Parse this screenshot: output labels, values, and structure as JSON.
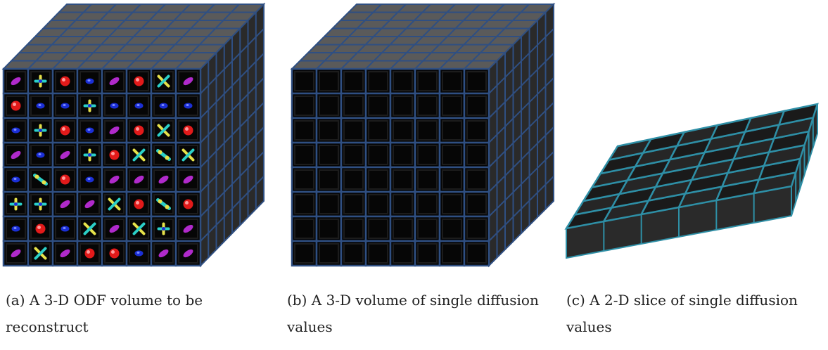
{
  "captions": {
    "a": "(a) A 3-D ODF volume to be reconstruct",
    "b": "(b) A 3-D volume of single diffusion values",
    "c": "(c) A 2-D slice of single diffusion values"
  },
  "colors": {
    "grid_line": "#2f4f82",
    "grid_line_teal": "#2e8fa6",
    "cell_fill": "#060606",
    "side_fill": "#2a2a2a",
    "top_fill": "#5a5a5a",
    "glyph_red": "#e21a1a",
    "glyph_blue": "#1b2fd6",
    "glyph_magenta": "#b02acb",
    "glyph_multi": "#2bd0c8"
  },
  "odf_grid": {
    "rows": 8,
    "cols": 8,
    "glyphs": [
      [
        "magenta",
        "plus",
        "red",
        "blue",
        "magenta",
        "red",
        "cross",
        "magenta"
      ],
      [
        "red",
        "blue",
        "blue",
        "plus",
        "blue",
        "blue",
        "blue",
        "blue"
      ],
      [
        "blue",
        "plus",
        "red",
        "blue",
        "magenta",
        "red",
        "cross",
        "red"
      ],
      [
        "magenta",
        "blue",
        "magenta",
        "plus",
        "red",
        "cross",
        "diag",
        "cross"
      ],
      [
        "blue",
        "diag",
        "red",
        "blue",
        "magenta",
        "magenta",
        "magenta",
        "magenta"
      ],
      [
        "plus",
        "plus",
        "magenta",
        "magenta",
        "cross",
        "red",
        "diag",
        "red"
      ],
      [
        "blue",
        "red",
        "blue",
        "cross",
        "magenta",
        "cross",
        "plus",
        "magenta"
      ],
      [
        "magenta",
        "cross",
        "magenta",
        "red",
        "red",
        "blue",
        "magenta",
        "magenta"
      ]
    ]
  },
  "slice_grid": {
    "rows": 6,
    "cols": 6
  }
}
